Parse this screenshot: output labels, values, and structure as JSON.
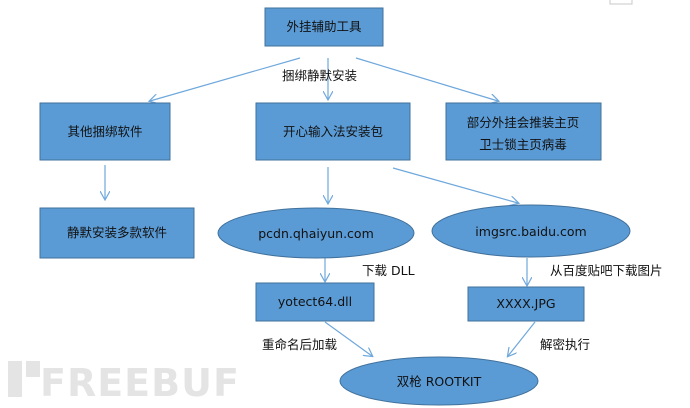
{
  "nodes": {
    "root": "外挂辅助工具",
    "bundle_other": "其他捆绑软件",
    "input_method": "开心输入法安装包",
    "homepage_line1": "部分外挂会推装主页",
    "homepage_line2": "卫士锁主页病毒",
    "silent_install": "静默安装多款软件",
    "pcdn": "pcdn.qhaiyun.com",
    "imgsrc": "imgsrc.baidu.com",
    "dll": "yotect64.dll",
    "jpg": "XXXX.JPG",
    "rootkit": "双枪 ROOTKIT"
  },
  "edge_labels": {
    "bundle_silent": "捆绑静默安装",
    "download_dll": "下载 DLL",
    "download_image": "从百度贴吧下载图片",
    "rename_load": "重命名后加载",
    "decrypt_execute": "解密执行"
  },
  "watermark": "FREEBUF",
  "colors": {
    "node_fill": "#5b9bd5",
    "node_stroke": "#41719c",
    "arrow": "#6fa8dc",
    "text": "#111111"
  }
}
